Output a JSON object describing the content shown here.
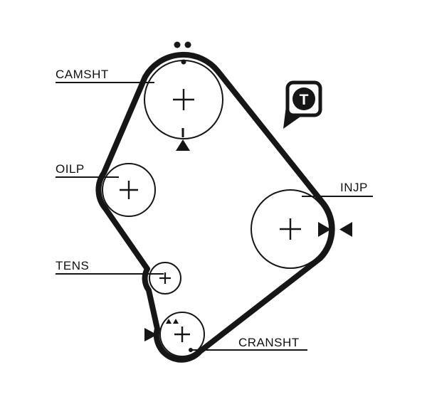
{
  "labels": {
    "camshaft": "CAMSHT",
    "oil_pump": "OILP",
    "tensioner": "TENS",
    "injection_pump": "INJP",
    "crankshaft": "CRANSHT"
  },
  "tool_marker": {
    "letter": "T"
  },
  "colors": {
    "belt": "#161616",
    "outline": "#161616",
    "text": "#111111",
    "background": "#ffffff"
  }
}
